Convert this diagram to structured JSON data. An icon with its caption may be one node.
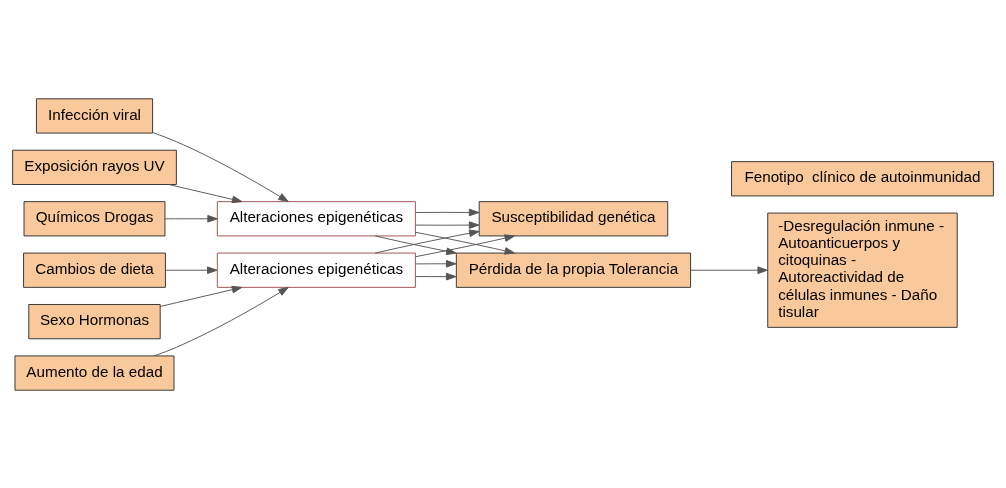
{
  "diagram": {
    "nodes": [
      {
        "text": [
          "Infección viral"
        ]
      },
      {
        "text": [
          "Exposición rayos UV"
        ]
      },
      {
        "text": [
          "Químicos Drogas"
        ]
      },
      {
        "text": [
          "Alteraciones epigenéticas"
        ]
      },
      {
        "text": [
          "Susceptibilidad genética"
        ]
      },
      {
        "text": [
          "Alteraciones epigenéticas"
        ]
      },
      {
        "text": [
          "Cambios de dieta"
        ]
      },
      {
        "text": [
          "Sexo Hormonas"
        ]
      },
      {
        "text": [
          "Aumento de la edad"
        ]
      },
      {
        "text": [
          "Pérdida de la propia Tolerancia"
        ]
      },
      {
        "text": [
          "Fenotipo  clínico de autoinmunidad"
        ]
      },
      {
        "text": [
          "-Desregulación inmune - Autoanticuerpos y citoquinas -    Autoreactividad de células inmunes - Daño tisular"
        ]
      }
    ],
    "edges": [
      {
        "from": 0,
        "to": 3,
        "arrow": "to"
      },
      {
        "from": 1,
        "to": 3,
        "arrow": "to"
      },
      {
        "from": 2,
        "to": 3,
        "arrow": "to"
      },
      {
        "from": 3,
        "to": 4,
        "arrow": "to"
      },
      {
        "from": 3,
        "to": 4,
        "arrow": "to"
      },
      {
        "from": 5,
        "to": 4,
        "arrow": "to"
      },
      {
        "from": 5,
        "to": 4,
        "arrow": "to"
      },
      {
        "from": 6,
        "to": 5,
        "arrow": "to"
      },
      {
        "from": 7,
        "to": 5,
        "arrow": "to"
      },
      {
        "from": 8,
        "to": 5,
        "arrow": "to"
      },
      {
        "from": 3,
        "to": 9,
        "arrow": "to"
      },
      {
        "from": 3,
        "to": 9,
        "arrow": "to"
      },
      {
        "from": 5,
        "to": 9,
        "arrow": "to"
      },
      {
        "from": 5,
        "to": 9,
        "arrow": "to"
      },
      {
        "from": 9,
        "to": 11,
        "arrow": "to"
      }
    ]
  }
}
